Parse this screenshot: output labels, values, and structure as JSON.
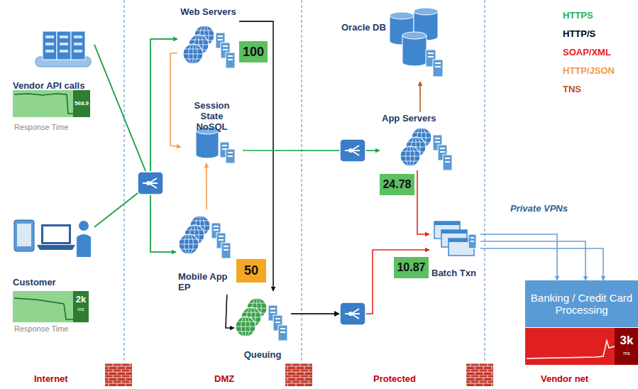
{
  "diagram": {
    "nodes": [
      {
        "text": [
          "Web Servers"
        ]
      },
      {
        "text": [
          "100"
        ]
      },
      {
        "text": [
          "Session State NoSQL"
        ]
      },
      {
        "text": [
          "Oracle DB"
        ]
      },
      {
        "text": [
          "App Servers"
        ]
      },
      {
        "text": [
          "Vendor API calls"
        ]
      },
      {
        "text": [
          "24.78"
        ]
      },
      {
        "text": [
          "Mobile App EP"
        ]
      },
      {
        "text": [
          "50"
        ]
      },
      {
        "text": [
          "Batch Txn"
        ]
      },
      {
        "text": [
          "10.87"
        ]
      },
      {
        "text": [
          "Customer"
        ]
      },
      {
        "text": [
          "Banking / Credit Card Processing"
        ]
      },
      {
        "text": [
          "Queuing"
        ]
      }
    ],
    "edges": [
      {
        "from": 5,
        "to": 0,
        "arrow": "to"
      },
      {
        "from": 5,
        "to": 7,
        "arrow": "to"
      },
      {
        "from": 11,
        "to": 0,
        "arrow": "to"
      },
      {
        "from": 11,
        "to": 7,
        "arrow": "to"
      },
      {
        "from": 0,
        "to": 2,
        "arrow": "to"
      },
      {
        "from": 7,
        "to": 2,
        "arrow": "to"
      },
      {
        "from": 0,
        "to": 13,
        "arrow": "to"
      },
      {
        "from": 7,
        "to": 13,
        "arrow": "to"
      },
      {
        "from": 2,
        "to": 4,
        "arrow": "to"
      },
      {
        "from": 4,
        "to": 3,
        "arrow": "to"
      },
      {
        "from": 4,
        "to": 9,
        "arrow": "to"
      },
      {
        "from": 13,
        "to": 9,
        "arrow": "to"
      },
      {
        "from": 9,
        "to": 12,
        "label": "Private VPNs",
        "arrow": "to"
      },
      {
        "from": 9,
        "to": 12,
        "arrow": "to"
      },
      {
        "from": 9,
        "to": 12,
        "arrow": "to"
      }
    ],
    "labels": [
      "568.9",
      "Response Time",
      "2k",
      "ms",
      "Response Time",
      "3k",
      "ms",
      "Internet",
      "DMZ",
      "Protected",
      "Vendor net"
    ],
    "legend": [
      {
        "text": "HTTPS",
        "color": "#22b14c"
      },
      {
        "text": "HTTP/S",
        "color": "#000000"
      },
      {
        "text": "SOAP/XML",
        "color": "#e8201a"
      },
      {
        "text": "HTTP/JSON",
        "color": "#f79646"
      },
      {
        "text": "TNS",
        "color": "#c0501a"
      }
    ]
  }
}
